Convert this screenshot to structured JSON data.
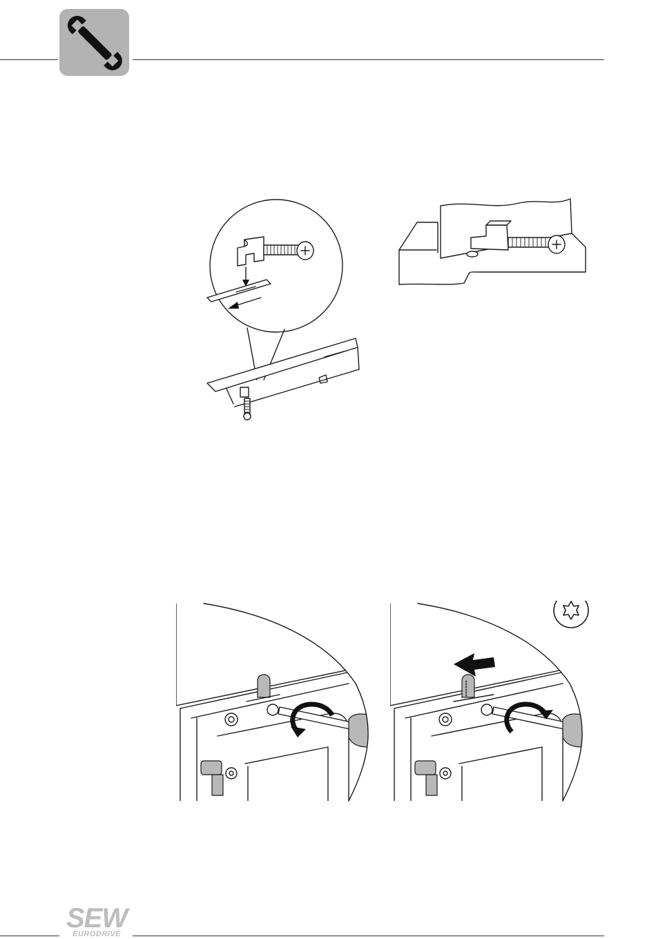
{
  "header": {
    "icon": "wrench-icon",
    "icon_bg": "#b3b3b3"
  },
  "figures": [
    {
      "name": "clamp-detail-figure",
      "icons": [
        "screw-icon",
        "arrow-down-icon",
        "arrow-left-icon"
      ]
    },
    {
      "name": "clamp-mounted-figure",
      "icons": [
        "screw-icon"
      ]
    },
    {
      "name": "tighten-screw-figure",
      "icons": [
        "rotate-arrow-icon",
        "screwdriver-icon"
      ]
    },
    {
      "name": "loosen-screw-figure",
      "icons": [
        "rotate-arrow-icon",
        "screwdriver-icon",
        "push-arrow-icon",
        "torx-icon"
      ]
    }
  ],
  "footer": {
    "logo_text": "SEW",
    "logo_subtext": "EURODRIVE",
    "logo_color": "#bdbdbd"
  }
}
